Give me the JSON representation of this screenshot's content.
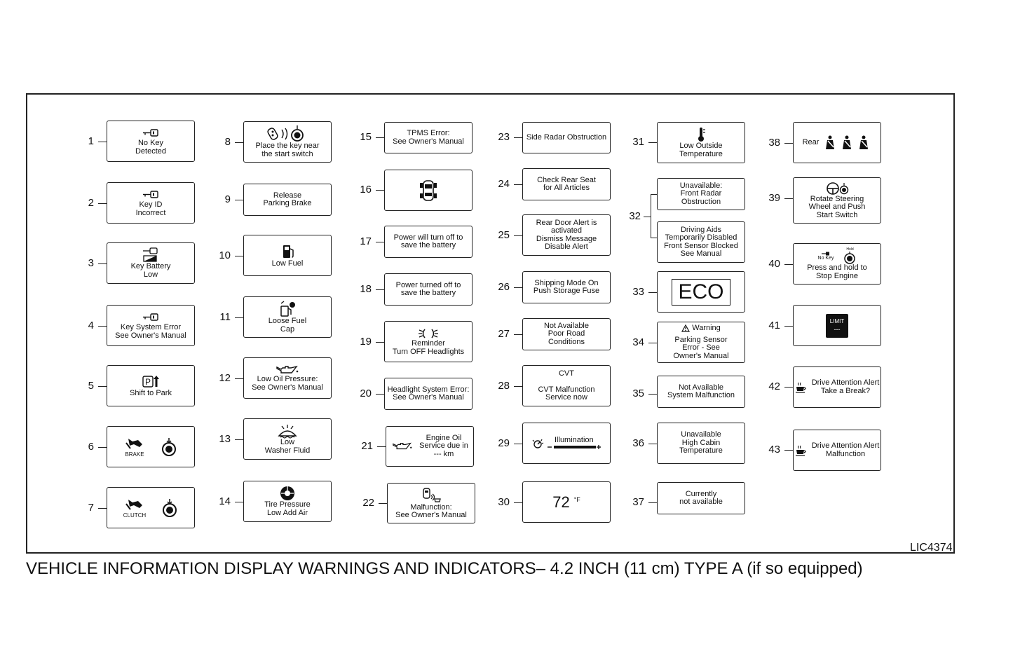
{
  "figure": {
    "code": "LIC4374",
    "caption": "VEHICLE INFORMATION DISPLAY WARNINGS AND INDICATORS– 4.2 INCH (11 cm) TYPE A (if so equipped)"
  },
  "items": [
    {
      "num": "1",
      "text": "No Key\nDetected",
      "icon": "key-icon"
    },
    {
      "num": "2",
      "text": "Key ID\nIncorrect",
      "icon": "key-icon"
    },
    {
      "num": "3",
      "text": "Key Battery\nLow",
      "icon": "key-battery-icon"
    },
    {
      "num": "4",
      "text": "Key System Error\nSee Owner's Manual",
      "icon": "key-icon"
    },
    {
      "num": "5",
      "text": "Shift to Park",
      "icon": "park-shift-icon"
    },
    {
      "num": "6",
      "text": "",
      "sub": "BRAKE",
      "icon": "foot-pedal-icon"
    },
    {
      "num": "7",
      "text": "",
      "sub": "CLUTCH",
      "icon": "foot-pedal-icon"
    },
    {
      "num": "8",
      "text": "Place the key near\nthe start switch",
      "icon": "fob-to-switch-icon"
    },
    {
      "num": "9",
      "text": "Release\nParking Brake",
      "icon": ""
    },
    {
      "num": "10",
      "text": "Low Fuel",
      "icon": "fuel-pump-icon"
    },
    {
      "num": "11",
      "text": "Loose Fuel\nCap",
      "icon": "fuel-cap-icon"
    },
    {
      "num": "12",
      "text": "Low Oil Pressure:\nSee Owner's Manual",
      "icon": "oil-can-icon"
    },
    {
      "num": "13",
      "text": "Low\nWasher Fluid",
      "icon": "washer-fluid-icon"
    },
    {
      "num": "14",
      "text": "Tire Pressure\nLow Add Air",
      "icon": "tire-icon"
    },
    {
      "num": "15",
      "text": "TPMS Error:\nSee Owner's Manual",
      "icon": ""
    },
    {
      "num": "16",
      "text": "",
      "icon": "vehicle-tires-icon"
    },
    {
      "num": "17",
      "text": "Power will turn off  to\nsave the battery",
      "icon": ""
    },
    {
      "num": "18",
      "text": "Power turned off  to\nsave the battery",
      "icon": ""
    },
    {
      "num": "19",
      "text": "Reminder\nTurn OFF Headlights",
      "icon": "headlight-icon"
    },
    {
      "num": "20",
      "text": "Headlight System Error:\nSee Owner's Manual",
      "icon": ""
    },
    {
      "num": "21",
      "text": "Engine Oil\nService due in\n--- km",
      "icon": "oil-can-icon"
    },
    {
      "num": "22",
      "text": "Malfunction:\nSee Owner's Manual",
      "icon": "radar-car-icon"
    },
    {
      "num": "23",
      "text": "Side Radar Obstruction",
      "icon": ""
    },
    {
      "num": "24",
      "text": "Check Rear Seat\nfor All Articles",
      "icon": ""
    },
    {
      "num": "25",
      "text": "Rear Door Alert is\nactivated\nDismiss Message\nDisable Alert",
      "icon": ""
    },
    {
      "num": "26",
      "text": "Shipping Mode On\nPush Storage Fuse",
      "icon": ""
    },
    {
      "num": "27",
      "text": "Not Available\nPoor Road\nConditions",
      "icon": ""
    },
    {
      "num": "28",
      "text": "CVT\n\nCVT Malfunction\nService now",
      "icon": ""
    },
    {
      "num": "29",
      "text": "Illumination",
      "icon": "illumination-dial-icon"
    },
    {
      "num": "30",
      "text": "72",
      "unit": "°F",
      "icon": ""
    },
    {
      "num": "31",
      "text": "Low Outside\nTemperature",
      "icon": "thermometer-icon"
    },
    {
      "num": "32",
      "text": "Unavailable:\nFront Radar\nObstruction",
      "text2": "Driving Aids\nTemporarily Disabled\nFront Sensor Blocked\nSee Manual",
      "icon": ""
    },
    {
      "num": "33",
      "text": "ECO",
      "icon": ""
    },
    {
      "num": "34",
      "text": "Warning",
      "text2": "Parking Sensor\nError - See\nOwner's Manual",
      "icon": "warning-triangle-icon"
    },
    {
      "num": "35",
      "text": "Not Available\nSystem Malfunction",
      "icon": ""
    },
    {
      "num": "36",
      "text": "Unavailable\nHigh Cabin\nTemperature",
      "icon": ""
    },
    {
      "num": "37",
      "text": "Currently\nnot available",
      "icon": ""
    },
    {
      "num": "38",
      "text": "Rear",
      "icon": "seatbelt-icon"
    },
    {
      "num": "39",
      "text": "Rotate Steering\nWheel and Push\nStart Switch",
      "icon": "steering-wheel-icon"
    },
    {
      "num": "40",
      "text": "Press and hold to\nStop Engine",
      "sub": "No Key",
      "sub2": "Hold",
      "icon": "start-button-icon"
    },
    {
      "num": "41",
      "text": "LIMIT",
      "text2": "---",
      "icon": ""
    },
    {
      "num": "42",
      "text": "Drive Attention Alert\nTake a Break?",
      "icon": "coffee-cup-icon"
    },
    {
      "num": "43",
      "text": "Drive Attention Alert\nMalfunction",
      "icon": "coffee-cup-icon"
    }
  ]
}
